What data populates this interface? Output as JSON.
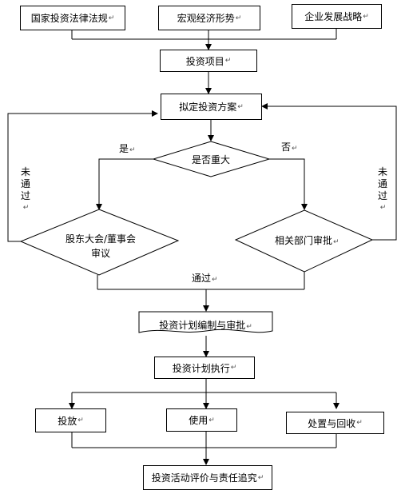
{
  "nodes": {
    "law": "国家投资法律法规",
    "macro": "宏观经济形势",
    "strategy": "企业发展战略",
    "project": "投资项目",
    "plan": "拟定投资方案",
    "major": "是否重大",
    "board_line1": "股东大会/董事会",
    "board_line2": "审议",
    "dept": "相关部门审批",
    "budget": "投资计划编制与审批",
    "execute": "投资计划执行",
    "invest": "投放",
    "use": "使用",
    "dispose": "处置与回收",
    "evaluate": "投资活动评价与责任追究"
  },
  "labels": {
    "yes": "是",
    "no": "否",
    "passed": "通过",
    "not_passed_left": [
      "未",
      "通",
      "过"
    ],
    "not_passed_right": [
      "未",
      "通",
      "过"
    ],
    "return_mark": "↵"
  }
}
